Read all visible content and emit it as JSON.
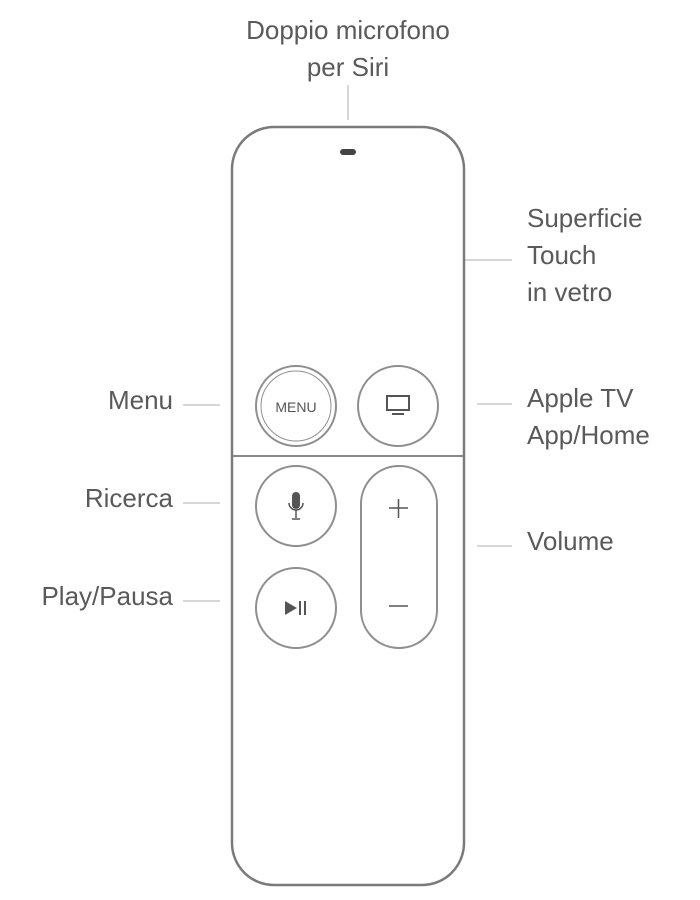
{
  "labels": {
    "mic": [
      "Doppio microfono",
      "per Siri"
    ],
    "touch": [
      "Superficie",
      "Touch",
      "in vetro"
    ],
    "menu": "Menu",
    "search": "Ricerca",
    "play_pause": "Play/Pausa",
    "apple_tv": [
      "Apple TV",
      "App/Home"
    ],
    "volume": "Volume"
  },
  "buttons": {
    "menu": "MENU",
    "plus": "+",
    "minus": "−"
  },
  "colors": {
    "stroke": "#8a8a8a",
    "text": "#5a5a5a",
    "leader": "#cccccc"
  }
}
